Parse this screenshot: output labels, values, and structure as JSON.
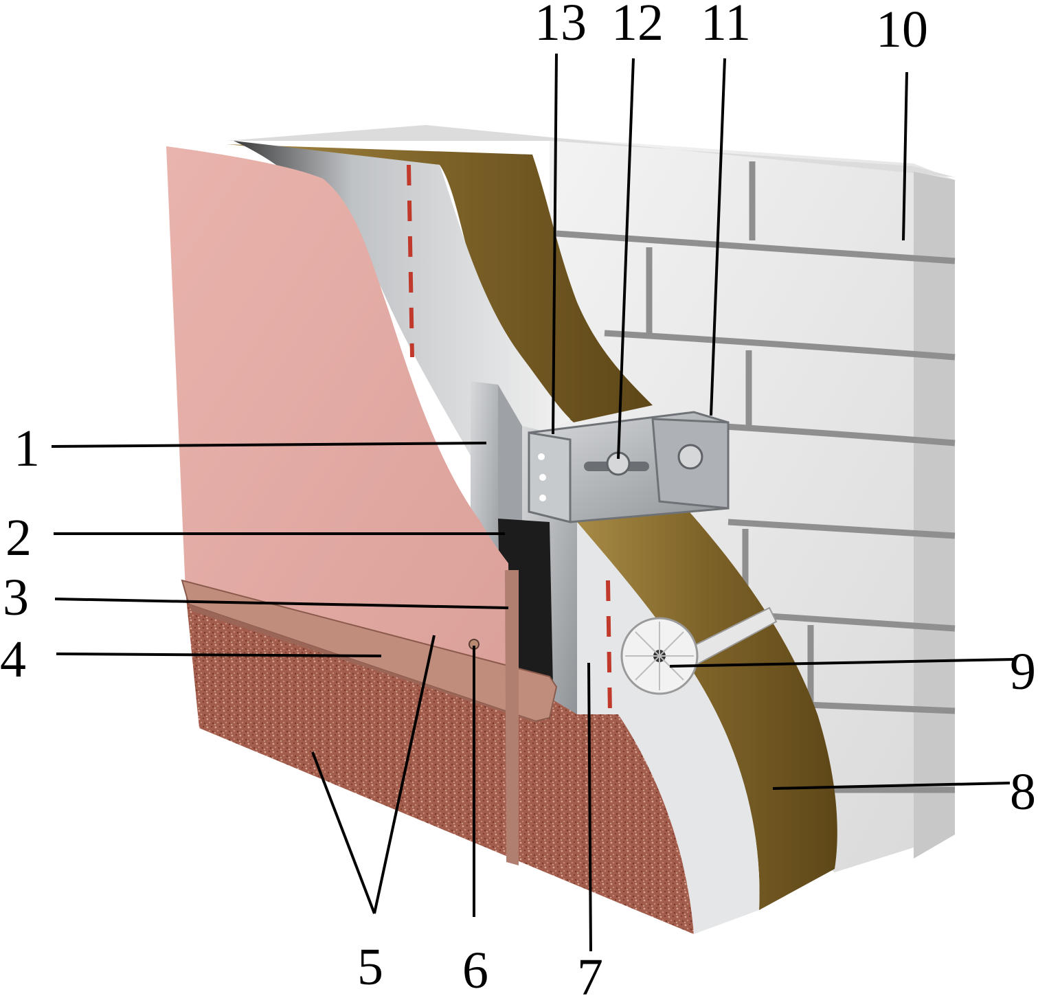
{
  "colors": {
    "brick": "#e9e9e9",
    "mortar": "#9a9a9a",
    "insulation": "#8a6d2e",
    "membrane": "#d6d8da",
    "facing_panel": "#e3aaa4",
    "granite": "#9e5a4a",
    "metal": "#b9bcbf",
    "wind_line": "#c0392b"
  },
  "labels": [
    {
      "id": "1",
      "text": "1"
    },
    {
      "id": "2",
      "text": "2"
    },
    {
      "id": "3",
      "text": "3"
    },
    {
      "id": "4",
      "text": "4"
    },
    {
      "id": "5",
      "text": "5"
    },
    {
      "id": "6",
      "text": "6"
    },
    {
      "id": "7",
      "text": "7"
    },
    {
      "id": "8",
      "text": "8"
    },
    {
      "id": "9",
      "text": "9"
    },
    {
      "id": "10",
      "text": "10"
    },
    {
      "id": "11",
      "text": "11"
    },
    {
      "id": "12",
      "text": "12"
    },
    {
      "id": "13",
      "text": "13"
    }
  ]
}
